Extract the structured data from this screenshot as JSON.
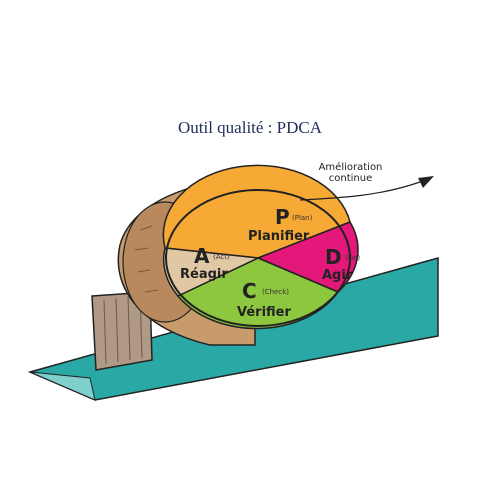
{
  "title": "Outil qualité : PDCA",
  "annotation": {
    "line1": "Amélioration",
    "line2": "continue"
  },
  "quadrants": {
    "plan": {
      "letter": "P",
      "english": "(Plan)",
      "word": "Planifier",
      "color": "#f7a935"
    },
    "do": {
      "letter": "D",
      "english": "(Do)",
      "word": "Agir",
      "color": "#e4187a"
    },
    "check": {
      "letter": "C",
      "english": "(Check)",
      "word": "Vérifier",
      "color": "#8dc63f"
    },
    "act": {
      "letter": "A",
      "english": "(Act)",
      "word": "Réagir",
      "color": "#e0c8a5"
    }
  },
  "colors": {
    "ramp": "#2aa8a6",
    "wheel_side": "#c89b6d",
    "wedge": "#b09a86"
  }
}
